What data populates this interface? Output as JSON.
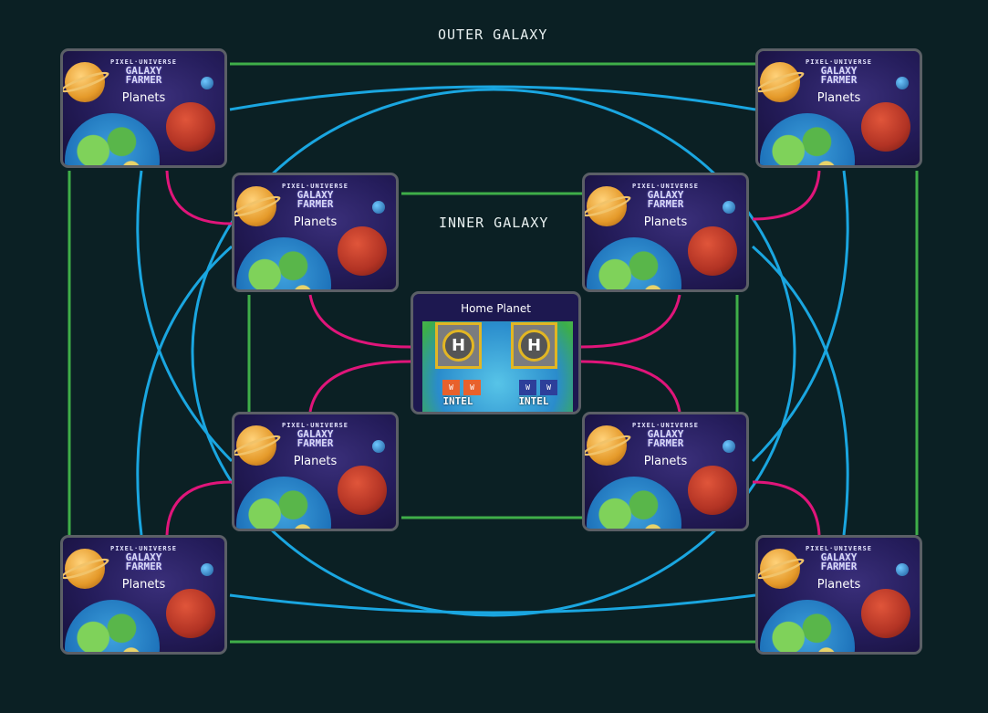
{
  "labels": {
    "outer": "OUTER GALAXY",
    "inner": "INNER GALAXY"
  },
  "planet_card": {
    "brand": "PIXEL·UNIVERSE",
    "title_line1": "GALAXY",
    "title_line2": "FARMER",
    "subtitle": "Planets"
  },
  "home": {
    "title": "Home Planet",
    "pad_icon": "H",
    "left": {
      "tokens": [
        "W",
        "W"
      ],
      "label": "INTEL",
      "color": "#e8612c"
    },
    "right": {
      "tokens": [
        "W",
        "W"
      ],
      "label": "INTEL",
      "color": "#2d3f9a"
    }
  },
  "colors": {
    "green": "#3fae49",
    "blue": "#1aa6e0",
    "pink": "#e0157a"
  }
}
